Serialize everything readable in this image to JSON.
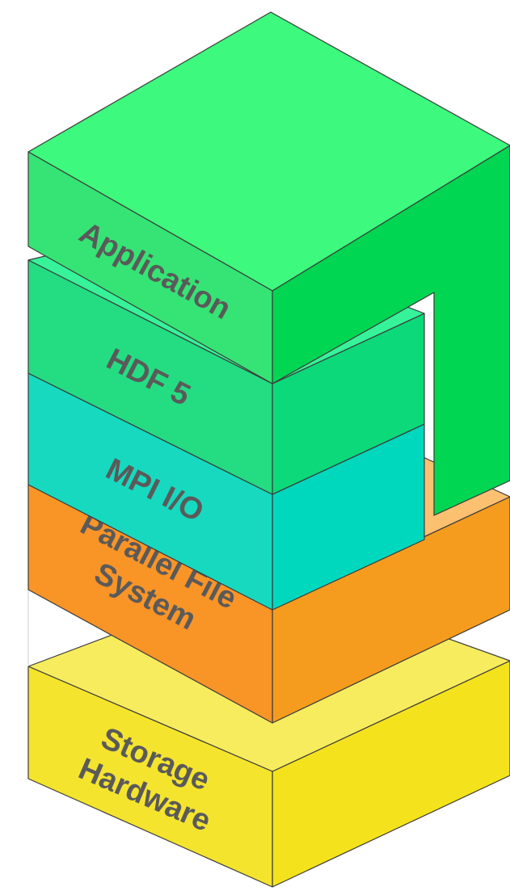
{
  "layers": [
    {
      "id": "application",
      "lines": [
        "Application"
      ],
      "colors": {
        "front": "#35e474",
        "side": "#00d651",
        "top": "#3df97d"
      }
    },
    {
      "id": "hdf5",
      "lines": [
        "HDF 5"
      ],
      "colors": {
        "front": "#24dc82",
        "side": "#0cd97a",
        "top": "#36f39a"
      }
    },
    {
      "id": "mpi-io",
      "lines": [
        "MPI I/O"
      ],
      "colors": {
        "front": "#16d9c0",
        "side": "#00d8bd",
        "top": "#3bfad8"
      }
    },
    {
      "id": "parallel-file-system",
      "lines": [
        "Parallel File",
        "System"
      ],
      "colors": {
        "front": "#f99427",
        "side": "#f59c1e",
        "top": "#fcc071"
      }
    },
    {
      "id": "storage-hardware",
      "lines": [
        "Storage",
        "Hardware"
      ],
      "colors": {
        "front": "#f5e42e",
        "side": "#f4e31c",
        "top": "#f7ec5e"
      }
    }
  ]
}
